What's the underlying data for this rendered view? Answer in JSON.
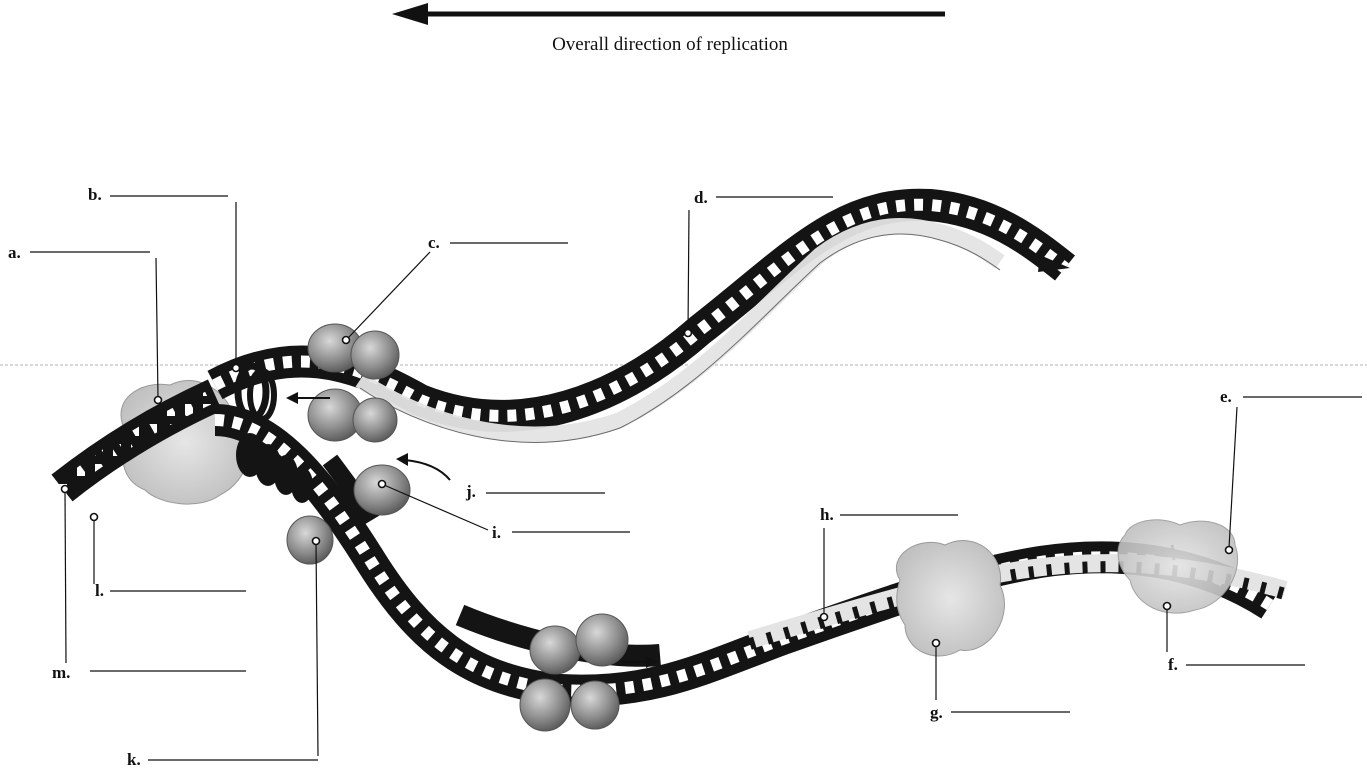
{
  "caption": "Overall direction of replication",
  "labels": {
    "a": "a.",
    "b": "b.",
    "c": "c.",
    "d": "d.",
    "e": "e.",
    "f": "f.",
    "g": "g.",
    "h": "h.",
    "i": "i.",
    "j": "j.",
    "k": "k.",
    "l": "l.",
    "m": "m."
  },
  "colors": {
    "strand_dark": "#141414",
    "strand_light": "#e4e4e4",
    "enzyme": "#8a8a8a",
    "enzyme_light": "#d6d6d6"
  }
}
